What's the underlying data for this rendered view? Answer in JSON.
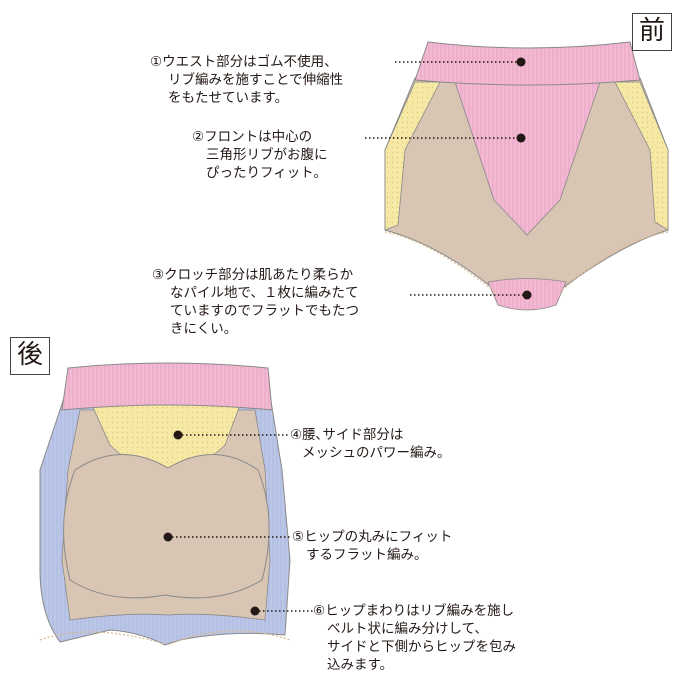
{
  "labels": {
    "front": "前",
    "back": "後"
  },
  "notes": {
    "n1": [
      "①ウエスト部分はゴム不使用、",
      "リブ編みを施すことで伸縮性",
      "をもたせています。"
    ],
    "n2": [
      "②フロントは中心の",
      "三角形リブがお腹に",
      "ぴったりフィット。"
    ],
    "n3": [
      "③クロッチ部分は肌あたり柔らか",
      "なパイル地で、１枚に編みたて",
      "ていますのでフラットでもたつ",
      "きにくい。"
    ],
    "n4": [
      "④腰､サイド部分は",
      "メッシュのパワー編み。"
    ],
    "n5": [
      "⑤ヒップの丸みにフィット",
      "するフラット編み。"
    ],
    "n6": [
      "⑥ヒップまわりはリブ編みを施し",
      "ベルト状に編み分けして、",
      "サイドと下側からヒップを包み",
      "込みます。"
    ]
  },
  "colors": {
    "pink": "#f4b9d2",
    "pink_rib": "#eaa6c4",
    "beige": "#d8c5b3",
    "yellow": "#f6e9a6",
    "blue": "#b8c4e6",
    "lace": "#ecd6b0",
    "outline": "#8a8a8a",
    "line": "#231815"
  }
}
